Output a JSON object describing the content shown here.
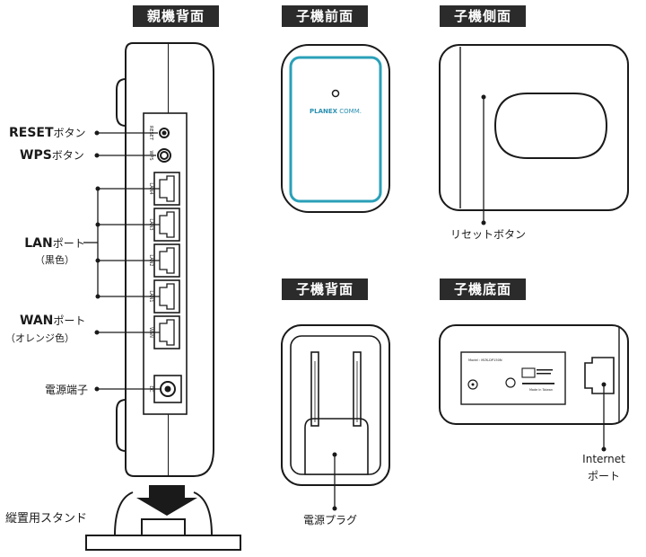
{
  "headers": {
    "parent_back": "親機背面",
    "child_front": "子機前面",
    "child_side": "子機側面",
    "child_back": "子機背面",
    "child_bottom": "子機底面"
  },
  "parent_labels": {
    "reset_bold": "RESET",
    "reset_rest": "ボタン",
    "wps_bold": "WPS",
    "wps_rest": "ボタン",
    "lan_bold": "LAN",
    "lan_rest": "ポート",
    "lan_color": "（黒色）",
    "wan_bold": "WAN",
    "wan_rest": "ポート",
    "wan_color": "（オレンジ色）",
    "power": "電源端子",
    "stand": "縦置用スタンド"
  },
  "device_print": {
    "reset": "RESET",
    "wps": "WPS",
    "lan4": "LAN4",
    "lan3": "LAN3",
    "lan2": "LAN2",
    "lan1": "LAN1",
    "wan": "WAN",
    "dc": "DC"
  },
  "child_labels": {
    "brand_a": "PLANEX",
    "brand_b": " COMM.",
    "reset": "リセットボタン",
    "plug": "電源プラグ",
    "internet_a": "Internet",
    "internet_b": "ポート"
  },
  "bottom_label": {
    "model": "Model : MZK-DP150N",
    "made_in": "Made in Taiwan"
  },
  "colors": {
    "header_bg": "#2b2b2b",
    "outline": "#1a1a1a",
    "accent_teal": "#2aa0b8",
    "brand_blue": "#2a8fb0"
  }
}
